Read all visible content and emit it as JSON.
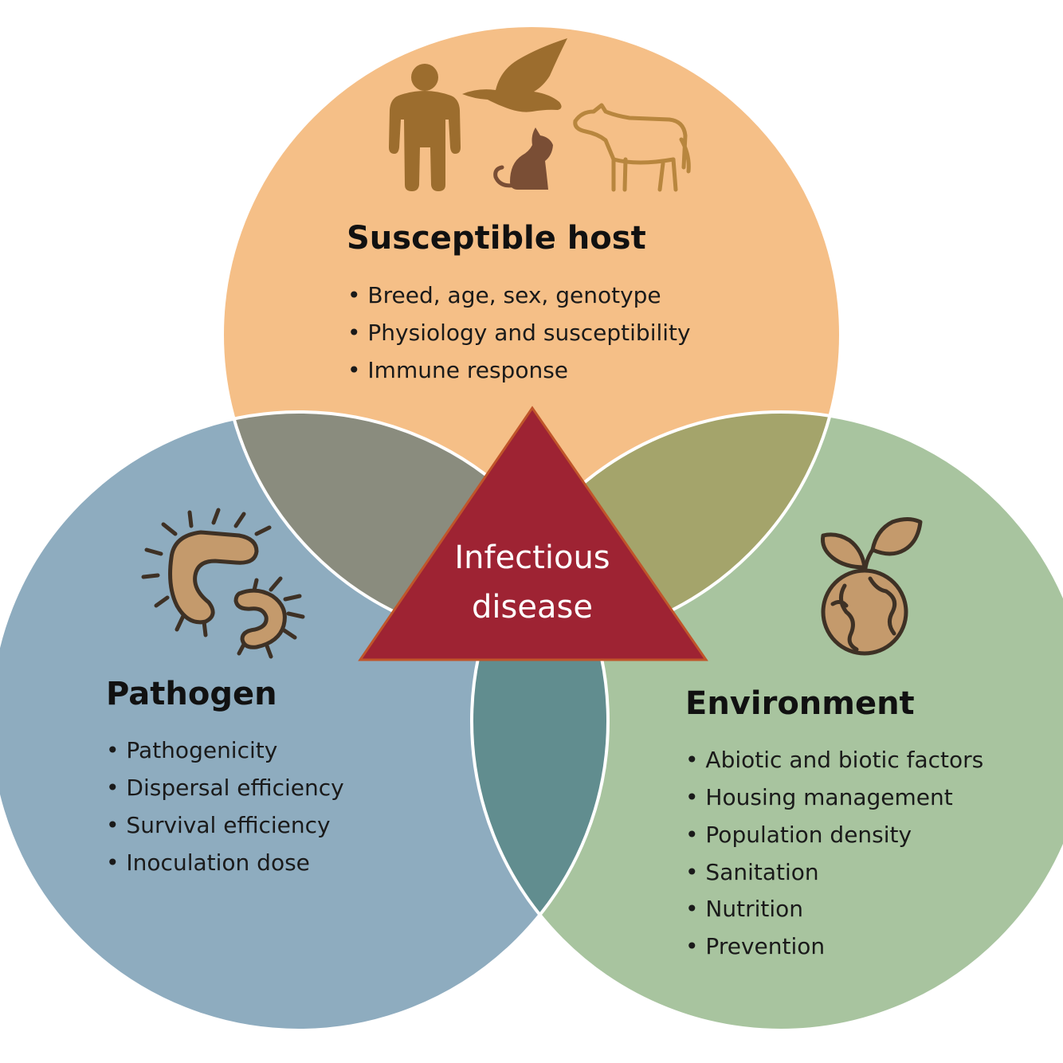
{
  "host": {
    "title": "Susceptible host",
    "items": [
      "Breed, age, sex, genotype",
      "Physiology and susceptibility",
      "Immune response"
    ],
    "color": "#f5bf87",
    "icon_names": [
      "human-icon",
      "bird-icon",
      "cat-icon",
      "cow-icon"
    ]
  },
  "pathogen": {
    "title": "Pathogen",
    "items": [
      "Pathogenicity",
      "Dispersal efficiency",
      "Survival efficiency",
      "Inoculation dose"
    ],
    "color": "#8eacbf",
    "icon_names": [
      "bacteria-icon"
    ]
  },
  "environment": {
    "title": "Environment",
    "items": [
      "Abiotic and biotic factors",
      "Housing management",
      "Population density",
      "Sanitation",
      "Nutrition",
      "Prevention"
    ],
    "color": "#a8c49f",
    "icon_names": [
      "globe-sprout-icon"
    ]
  },
  "center": {
    "line1": "Infectious",
    "line2": "disease",
    "color": "#9e2333"
  },
  "overlap_colors": {
    "host_pathogen": "#8a8c7e",
    "host_environment": "#a4a46b",
    "pathogen_environment": "#618d8f"
  }
}
